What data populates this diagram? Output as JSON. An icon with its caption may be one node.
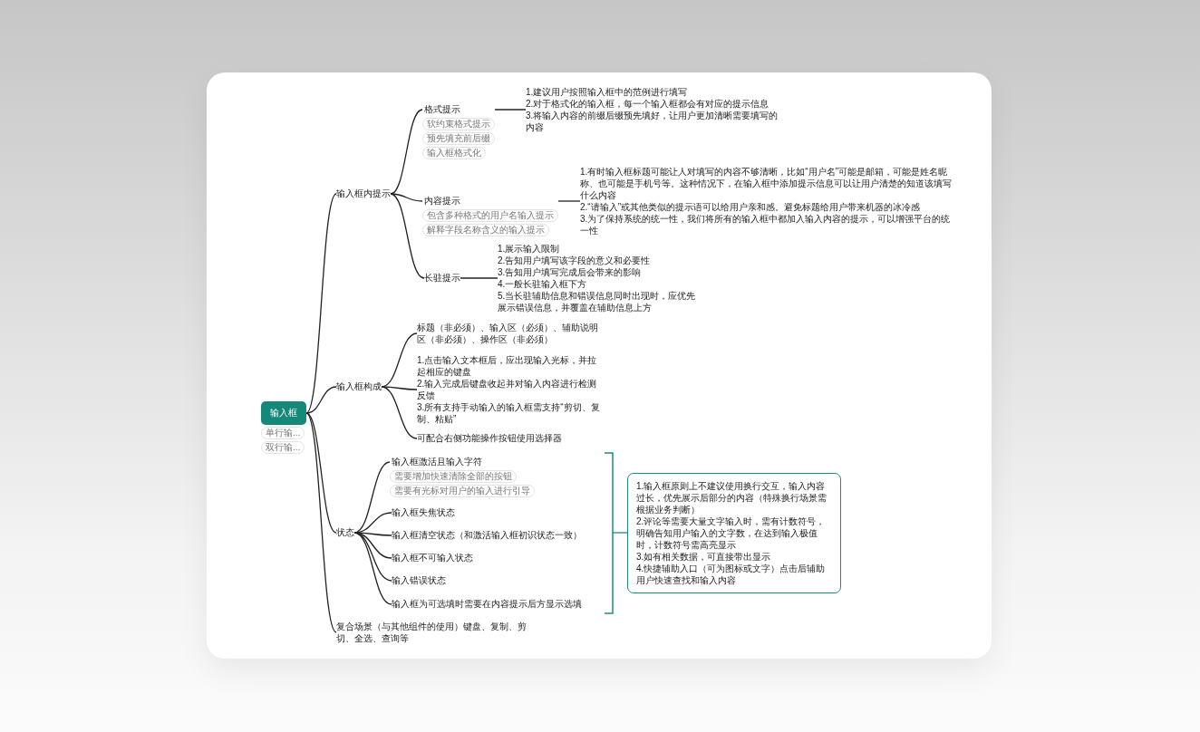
{
  "diagram": {
    "nodes": [
      {
        "text": [
          "输入框",
          "单行输...",
          "双行输..."
        ]
      },
      {
        "text": [
          "输入框内提示"
        ]
      },
      {
        "text": [
          "格式提示",
          "软约束格式提示",
          "预先填充前后缀",
          "输入框格式化"
        ]
      },
      {
        "text": [
          "1.建议用户按照输入框中的范例进行填写",
          "2.对于格式化的输入框，每一个输入框都会有对应的提示信息",
          "3.将输入内容的前缀后缀预先填好，让用户更加清晰需要填写的内容"
        ]
      },
      {
        "text": [
          "内容提示",
          "包含多种格式的用户名输入提示",
          "解释字段名称含义的输入提示"
        ]
      },
      {
        "text": [
          "1.有时输入框标题可能让人对填写的内容不够清晰，比如“用户名”可能是邮箱，可能是姓名昵称、也可能是手机号等。这种情况下，在输入框中添加提示信息可以让用户清楚的知道该填写什么内容",
          "2.“请输入”或其他类似的提示语可以给用户亲和感。避免标题给用户带来机器的冰冷感",
          "3.为了保持系统的统一性，我们将所有的输入框中都加入输入内容的提示，可以增强平台的统一性"
        ]
      },
      {
        "text": [
          "长驻提示"
        ]
      },
      {
        "text": [
          "1.展示输入限制",
          "2.告知用户填写该字段的意义和必要性",
          "3.告知用户填写完成后会带来的影响",
          "4.一般长驻输入框下方",
          "5.当长驻辅助信息和错误信息同时出现时，应优先展示错误信息，并覆盖在辅助信息上方"
        ]
      },
      {
        "text": [
          "输入框构成"
        ]
      },
      {
        "text": [
          "标题（非必须）、输入区（必须）、辅助说明区（非必须）、操作区（非必须）"
        ]
      },
      {
        "text": [
          "1.点击输入文本框后，应出现输入光标，并拉起相应的键盘",
          "2.输入完成后键盘收起并对输入内容进行检测反馈",
          "3.所有支持手动输入的输入框需支持“剪切、复制、粘贴”"
        ]
      },
      {
        "text": [
          "可配合右侧功能操作按钮使用选择器"
        ]
      },
      {
        "text": [
          "状态"
        ]
      },
      {
        "text": [
          "输入框激活且输入字符",
          "需要增加快速清除全部的按钮",
          "需要有光标对用户的输入进行引导"
        ]
      },
      {
        "text": [
          "输入框失焦状态"
        ]
      },
      {
        "text": [
          "输入框清空状态（和激活输入框初识状态一致）"
        ]
      },
      {
        "text": [
          "输入框不可输入状态"
        ]
      },
      {
        "text": [
          "输入错误状态"
        ]
      },
      {
        "text": [
          "输入框为可选填时需要在内容提示后方显示选填"
        ]
      },
      {
        "text": [
          "1.输入框原则上不建议使用换行交互，输入内容过长，优先展示后部分的内容（特殊换行场景需根据业务判断）",
          "2.评论等需要大量文字输入时，需有计数符号，明确告知用户输入的文字数，在达到输入极值时，计数符号需高亮显示",
          "3.如有相关数据，可直接带出显示",
          "4.快捷辅助入口（可为图标或文字）点击后辅助用户快速查找和输入内容"
        ]
      },
      {
        "text": [
          "复合场景（与其他组件的使用）键盘、复制、剪切、全选、查询等"
        ]
      }
    ],
    "edges": [
      {
        "from": 0,
        "to": 1,
        "arrow": "none"
      },
      {
        "from": 1,
        "to": 2,
        "arrow": "none"
      },
      {
        "from": 2,
        "to": 3,
        "arrow": "none"
      },
      {
        "from": 1,
        "to": 4,
        "arrow": "none"
      },
      {
        "from": 4,
        "to": 5,
        "arrow": "none"
      },
      {
        "from": 1,
        "to": 6,
        "arrow": "none"
      },
      {
        "from": 6,
        "to": 7,
        "arrow": "none"
      },
      {
        "from": 0,
        "to": 8,
        "arrow": "none"
      },
      {
        "from": 8,
        "to": 9,
        "arrow": "none"
      },
      {
        "from": 8,
        "to": 10,
        "arrow": "none"
      },
      {
        "from": 8,
        "to": 11,
        "arrow": "none"
      },
      {
        "from": 0,
        "to": 12,
        "arrow": "none"
      },
      {
        "from": 12,
        "to": 13,
        "arrow": "none"
      },
      {
        "from": 12,
        "to": 14,
        "arrow": "none"
      },
      {
        "from": 12,
        "to": 15,
        "arrow": "none"
      },
      {
        "from": 12,
        "to": 16,
        "arrow": "none"
      },
      {
        "from": 12,
        "to": 17,
        "arrow": "none"
      },
      {
        "from": 12,
        "to": 18,
        "arrow": "none"
      },
      {
        "from": null,
        "to": 19,
        "arrow": "none",
        "color": "#1c8d7b"
      },
      {
        "from": 0,
        "to": 20,
        "arrow": "none"
      }
    ]
  }
}
